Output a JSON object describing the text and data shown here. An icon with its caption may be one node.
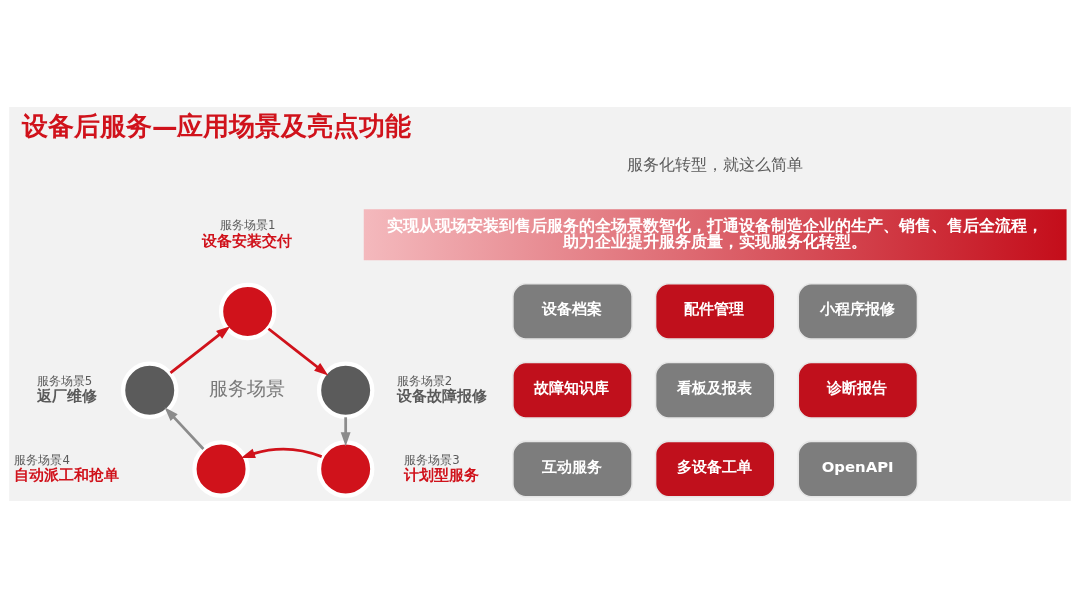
{
  "diagram": {
    "title": "设备后服务—应用场景及亮点功能",
    "nodes": [
      {
        "text": [
          "实现从现场安装到售后服务的全场景数智化，打通设备制造企业的生产、销售、售后全流程，助力企业提升服务质量，实现服务化转型。"
        ]
      },
      {
        "text": [],
        "shape": "circle",
        "beside": [
          "服务场景1",
          "设备安装交付"
        ]
      },
      {
        "text": [],
        "shape": "circle",
        "beside": [
          "服务场景2",
          "设备故障报修"
        ]
      },
      {
        "text": [],
        "shape": "circle",
        "beside": [
          "服务场景3",
          "计划型服务"
        ]
      },
      {
        "text": [],
        "shape": "circle",
        "beside": [
          "服务场景4",
          "自动派工和抢单"
        ]
      },
      {
        "text": [],
        "shape": "circle",
        "beside": [
          "服务场景5",
          "返厂维修"
        ]
      },
      {
        "text": [
          "设备档案"
        ]
      },
      {
        "text": [
          "配件管理"
        ]
      },
      {
        "text": [
          "小程序报修"
        ]
      },
      {
        "text": [
          "故障知识库"
        ]
      },
      {
        "text": [
          "看板及报表"
        ]
      },
      {
        "text": [
          "诊断报告"
        ]
      },
      {
        "text": [
          "互动服务"
        ]
      },
      {
        "text": [
          "多设备工单"
        ]
      },
      {
        "text": [
          "OpenAPI"
        ]
      }
    ],
    "edges": [
      {
        "from": 1,
        "to": 2,
        "arrow": "to"
      },
      {
        "from": 2,
        "to": 3,
        "arrow": "to",
        "color": "#8c8c8c"
      },
      {
        "from": 3,
        "to": 4,
        "arrow": "to"
      },
      {
        "from": 4,
        "to": 5,
        "arrow": "to",
        "color": "#8c8c8c"
      },
      {
        "from": 5,
        "to": 1,
        "arrow": "to"
      }
    ],
    "labels": [
      "服务化转型，就这么简单",
      "服务场景"
    ]
  }
}
